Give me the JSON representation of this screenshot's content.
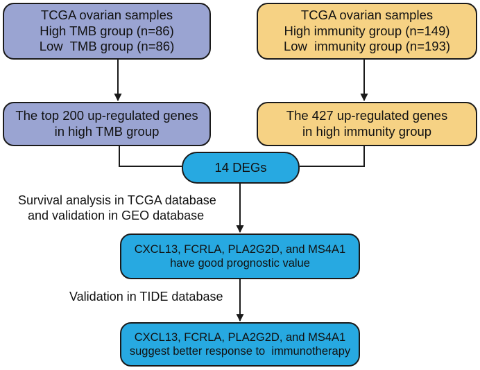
{
  "tmb_samples": {
    "line1": "TCGA ovarian samples",
    "line2": "High TMB group (n=86)",
    "line3": "Low  TMB group (n=86)"
  },
  "immunity_samples": {
    "line1": "TCGA ovarian samples",
    "line2": "High immunity group (n=149)",
    "line3": "Low  immunity group (n=193)"
  },
  "tmb_genes": {
    "line1": "The top 200 up-regulated genes",
    "line2": "in high TMB group"
  },
  "immunity_genes": {
    "line1": "The 427 up-regulated genes",
    "line2": "in high immunity group"
  },
  "degs": {
    "label": "14 DEGs"
  },
  "survival_step": {
    "line1": "Survival analysis in TCGA database",
    "line2": "and validation in GEO database"
  },
  "prognostic": {
    "line1": "CXCL13, FCRLA, PLA2G2D, and MS4A1",
    "line2": "have good prognostic value"
  },
  "tide_step": {
    "label": "Validation in TIDE database"
  },
  "response": {
    "line1": "CXCL13, FCRLA, PLA2G2D, and MS4A1",
    "line2": "suggest better response to  immunotherapy"
  },
  "colors": {
    "tmb_fill": "#9aa4d2",
    "immunity_fill": "#f6d284",
    "result_fill": "#27a9e1",
    "stroke": "#1a1a1a"
  }
}
